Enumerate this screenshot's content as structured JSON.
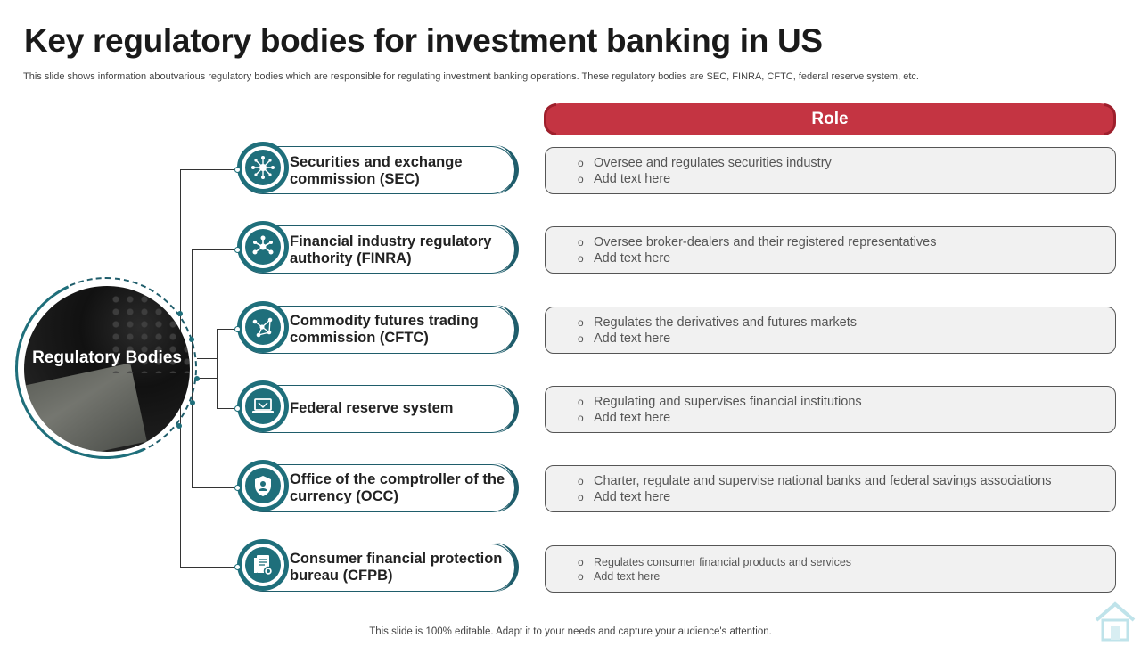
{
  "title": "Key regulatory bodies for investment banking in US",
  "subtitle": "This slide shows information aboutvarious regulatory bodies which are responsible for regulating investment banking operations. These regulatory bodies are  SEC, FINRA,  CFTC, federal reserve system, etc.",
  "hub_label": "Regulatory Bodies",
  "role_header": "Role",
  "bodies": [
    {
      "name": "Securities and exchange commission (SEC)",
      "icon": "network-globe-icon",
      "roles": [
        "Oversee and regulates securities industry",
        "Add text here"
      ]
    },
    {
      "name": "Financial industry regulatory authority (FINRA)",
      "icon": "hub-nodes-icon",
      "roles": [
        "Oversee broker-dealers and their registered representatives",
        "Add text here"
      ]
    },
    {
      "name": "Commodity futures trading commission (CFTC)",
      "icon": "connected-nodes-icon",
      "roles": [
        "Regulates the derivatives  and futures markets",
        "Add text here"
      ]
    },
    {
      "name": "Federal reserve system",
      "icon": "laptop-icon",
      "roles": [
        "Regulating and supervises financial institutions",
        "Add text here"
      ]
    },
    {
      "name": "Office of the comptroller of the currency (OCC)",
      "icon": "shield-person-icon",
      "roles": [
        "Charter, regulate and supervise national banks and federal savings associations",
        "Add text here"
      ]
    },
    {
      "name": "Consumer financial protection bureau (CFPB)",
      "icon": "document-stamp-icon",
      "roles": [
        "Regulates consumer financial products and services",
        "Add text here"
      ]
    }
  ],
  "footer": "This slide is 100% editable. Adapt it to your needs and capture your audience's attention.",
  "colors": {
    "teal": "#1f6f7b",
    "red": "#c43442"
  }
}
